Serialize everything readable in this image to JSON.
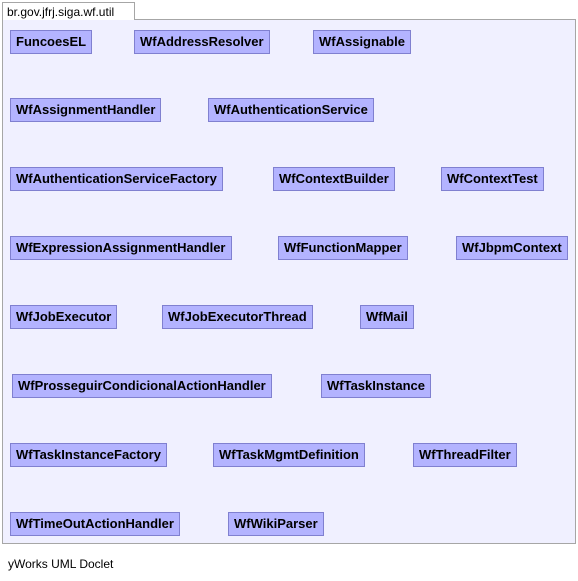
{
  "package": {
    "name": "br.gov.jfrj.siga.wf.util"
  },
  "classes": [
    "FuncoesEL",
    "WfAddressResolver",
    "WfAssignable",
    "WfAssignmentHandler",
    "WfAuthenticationService",
    "WfAuthenticationServiceFactory",
    "WfContextBuilder",
    "WfContextTest",
    "WfExpressionAssignmentHandler",
    "WfFunctionMapper",
    "WfJbpmContext",
    "WfJobExecutor",
    "WfJobExecutorThread",
    "WfMail",
    "WfProsseguirCondicionalActionHandler",
    "WfTaskInstance",
    "WfTaskInstanceFactory",
    "WfTaskMgmtDefinition",
    "WfThreadFilter",
    "WfTimeOutActionHandler",
    "WfWikiParser"
  ],
  "footer": {
    "text": "yWorks UML Doclet"
  },
  "colors": {
    "package_background": "#f0f0ff",
    "package_border": "#a6a6a6",
    "class_fill": "#b3b3ff",
    "class_border": "#8080d0"
  }
}
